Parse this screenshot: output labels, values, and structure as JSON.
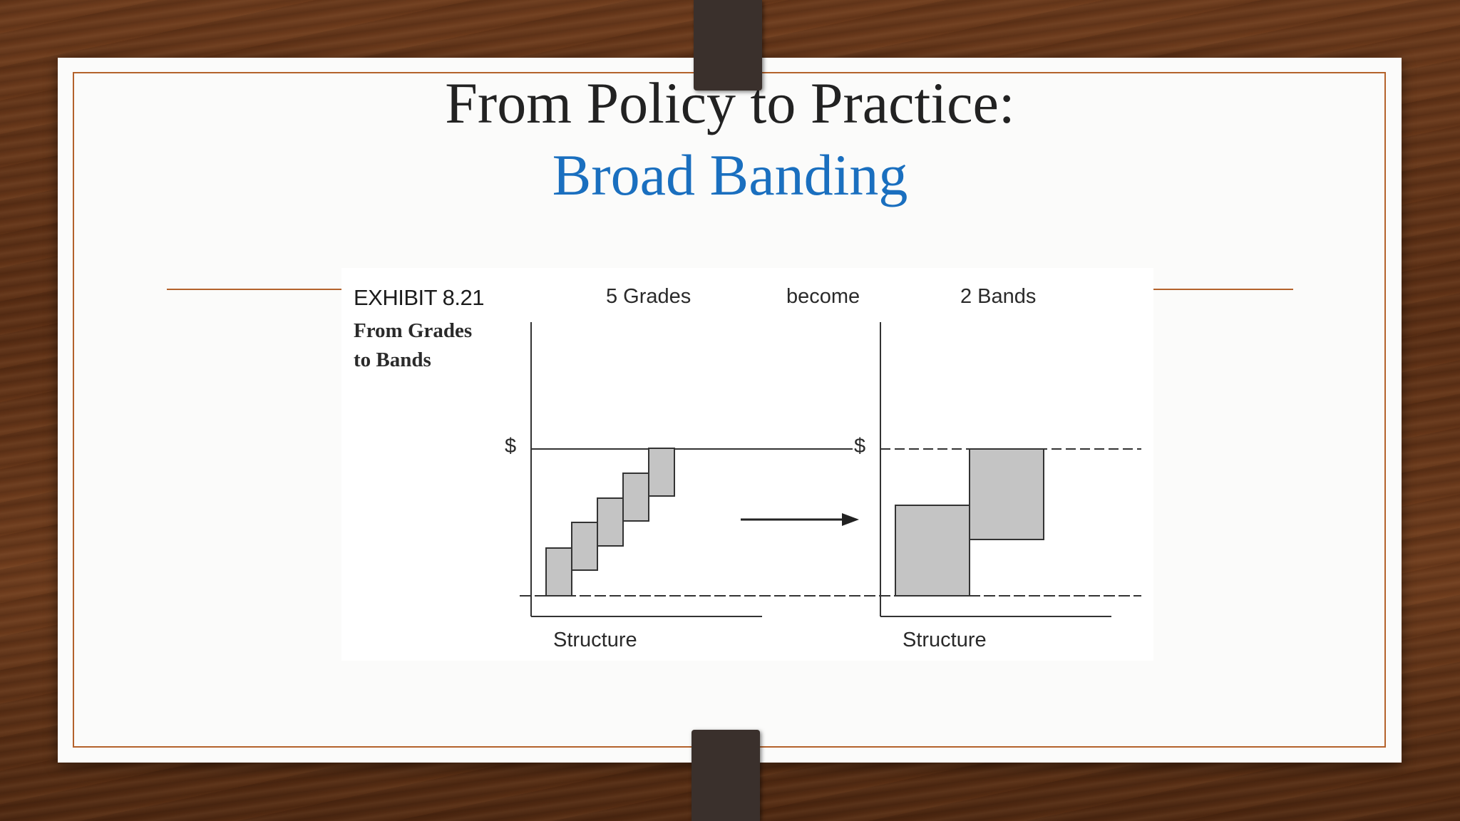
{
  "slide": {
    "title_line1": "From Policy to Practice:",
    "title_line2": "Broad Banding",
    "title_color": "#222222",
    "subtitle_color": "#1a6fbf",
    "accent_color": "#b4622b"
  },
  "exhibit": {
    "number": "EXHIBIT 8.21",
    "caption_line1": "From Grades",
    "caption_line2": "to Bands",
    "left_heading": "5 Grades",
    "middle_heading": "become",
    "right_heading": "2 Bands",
    "y_axis_symbol": "$",
    "x_axis_label_left": "Structure",
    "x_axis_label_right": "Structure",
    "box_fill": "#c4c4c4",
    "grades_count": 5,
    "bands_count": 2
  }
}
